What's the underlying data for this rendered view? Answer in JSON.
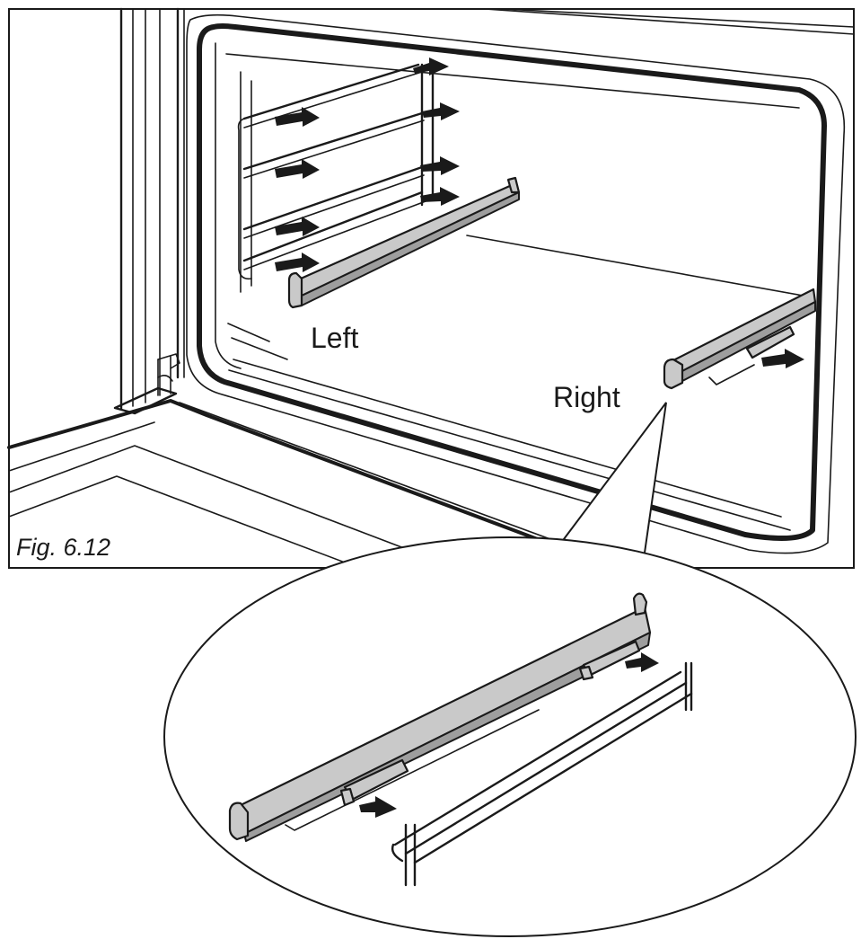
{
  "figure": {
    "caption": "Fig. 6.12",
    "labels": {
      "left": "Left",
      "right": "Right"
    }
  },
  "colors": {
    "line": "#1a1a1a",
    "rail_fill": "#c9c9c9",
    "background": "#ffffff"
  }
}
